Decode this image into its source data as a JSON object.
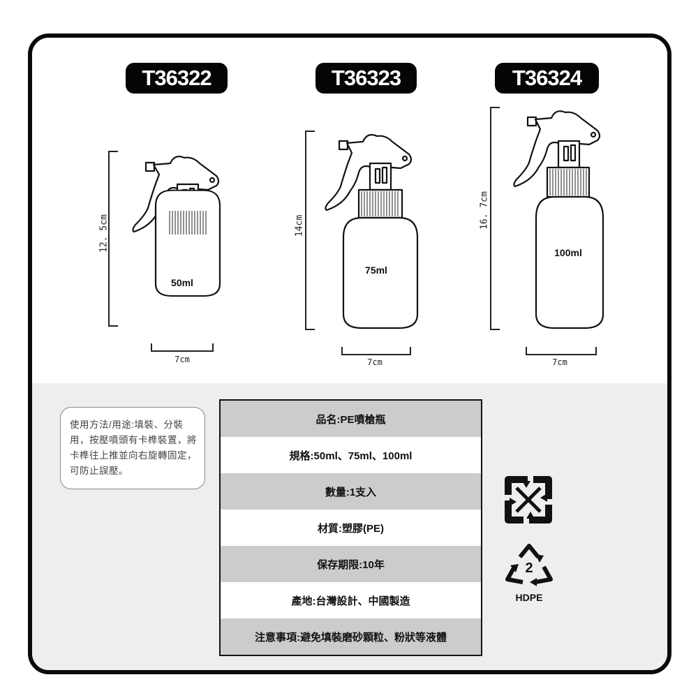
{
  "products": [
    {
      "model": "T36322",
      "volume": "50ml",
      "height": "12. 5cm",
      "width": "7cm"
    },
    {
      "model": "T36323",
      "volume": "75ml",
      "height": "14cm",
      "width": "7cm"
    },
    {
      "model": "T36324",
      "volume": "100ml",
      "height": "16. 7cm",
      "width": "7cm"
    }
  ],
  "usage_note": "使用方法/用途:填裝、分裝用，按壓噴頭有卡榫裝置，將卡榫往上推並向右旋轉固定，可防止誤壓。",
  "spec_table": {
    "rows": [
      {
        "text": "品名:PE噴槍瓶",
        "shade": "gray"
      },
      {
        "text": "規格:50ml、75ml、100ml",
        "shade": "white"
      },
      {
        "text": "數量:1支入",
        "shade": "gray"
      },
      {
        "text": "材質:塑膠(PE)",
        "shade": "white"
      },
      {
        "text": "保存期限:10年",
        "shade": "gray"
      },
      {
        "text": "產地:台灣設計、中國製造",
        "shade": "white"
      },
      {
        "text": "注意事項:避免填裝磨砂顆粒、粉狀等液體",
        "shade": "gray"
      }
    ]
  },
  "icons": {
    "recycle_taiwan": "taiwan-recycle-icon",
    "recycle_code": "2",
    "recycle_label": "HDPE"
  },
  "colors": {
    "frame": "#0a0a0a",
    "tag_bg": "#050505",
    "row_gray": "#cccccc",
    "bottom_bg": "#eeeeee"
  }
}
